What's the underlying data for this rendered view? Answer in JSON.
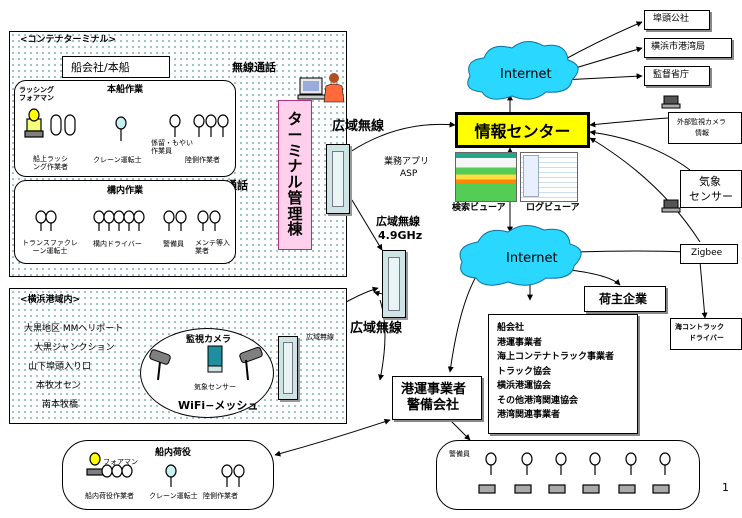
{
  "container_terminal": {
    "title": "<コンテナターミナル>",
    "ship_company": "船会社/本船",
    "radio_call_top": "無線通話",
    "radio_call_mid": "通話",
    "terminal_building": [
      "タ",
      "ー",
      "ミ",
      "ナ",
      "ル",
      "管",
      "理",
      "棟"
    ],
    "onboard": {
      "title": "本船作業",
      "lashing_foreman": [
        "ラッシング",
        "フォアマン"
      ],
      "labels": [
        "船上ラッシング作業者",
        "クレーン運転士",
        "係留・もやい作業員",
        "陸側作業者"
      ]
    },
    "yard": {
      "title": "構内作業",
      "labels": [
        "トランスファクレーン運転士",
        "構内ドライバー",
        "警備員",
        "メンテ等入業者"
      ]
    }
  },
  "port_area": {
    "title": "<横浜港域内>",
    "places": [
      "大黒地区 MMヘリポート",
      "大黒ジャンクション",
      "山下埠頭入り口",
      "本牧オセン",
      "南本牧橋"
    ],
    "camera_label": "監視カメラ",
    "weather_sensor": "気象センサー",
    "wifi_mesh": "WiFi−メッシュ",
    "wide_radio_small": "広域無線"
  },
  "center": {
    "wide_radio_1": "広域無線",
    "wide_radio_2": "広域無線",
    "wide_radio_3": "広域無線",
    "band": "4.9GHz",
    "biz_app": "業務アプリ",
    "asp": "ASP",
    "info_center": "情報センター",
    "search_viewer": "検索ビューア",
    "log_viewer": "ログビューア",
    "internet_top": "Internet",
    "internet_mid": "Internet",
    "shipper": "荷主企業"
  },
  "right_side": {
    "pier_corp": "埠頭公社",
    "port_bureau": "横浜市港湾局",
    "ministry": "監督省庁",
    "external_camera": [
      "外部監視カメラ",
      "情報"
    ],
    "weather": [
      "気象",
      "センサー"
    ],
    "zigbee": "Zigbee",
    "trailer": [
      "海コントラック",
      "ドライバー"
    ]
  },
  "org_list": [
    "船会社",
    "港運事業者",
    "海上コンテナトラック事業者",
    "トラック協会",
    "横浜港運協会",
    "その他港湾関連協会",
    "港湾関連事業者"
  ],
  "port_ops": [
    "港運事業者",
    "警備会社"
  ],
  "cargo": {
    "title": "船内荷役",
    "foreman": "フォアマン",
    "labels": [
      "船内荷役作業者",
      "クレーン運転士",
      "陸側作業者"
    ]
  },
  "security_box": {
    "label": "警備員"
  },
  "page_number": "1",
  "colors": {
    "info_center_bg": "#ffff00",
    "building_bg": "#ffd0ec",
    "cloud": "#29d7ff",
    "radio_device": "#cfe5e5"
  }
}
